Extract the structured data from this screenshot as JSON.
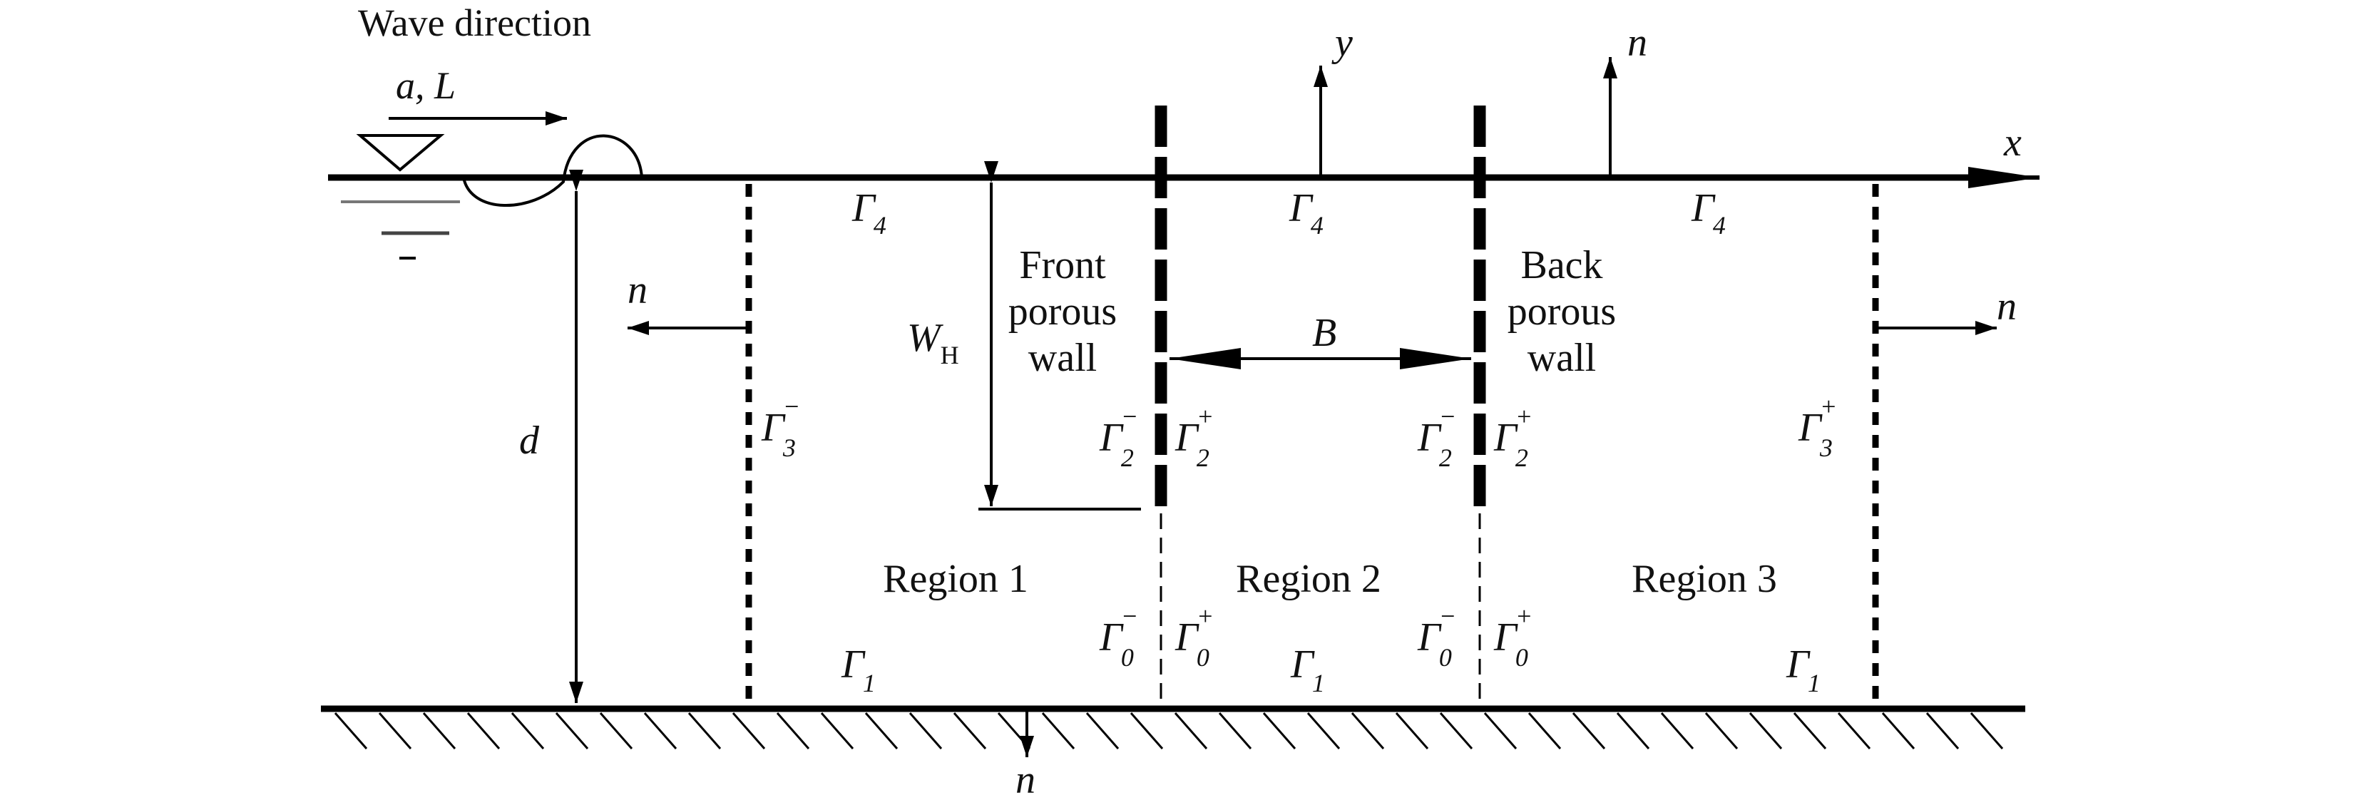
{
  "labels": {
    "wave_direction": "Wave direction",
    "a_l": "a, L",
    "x_axis": "x",
    "y_axis": "y",
    "normal": "n",
    "depth": "d",
    "wh_main": "W",
    "wh_sub": "H",
    "gap_b": "B",
    "front_wall": [
      "Front",
      "porous",
      "wall"
    ],
    "back_wall": [
      "Back",
      "porous",
      "wall"
    ],
    "regions": [
      "Region 1",
      "Region 2",
      "Region 3"
    ],
    "gamma": "Γ",
    "sub_4": "4",
    "sub_3": "3",
    "sub_2": "2",
    "sub_1": "1",
    "sub_0": "0",
    "sup_plus": "+",
    "sup_minus": "−"
  }
}
